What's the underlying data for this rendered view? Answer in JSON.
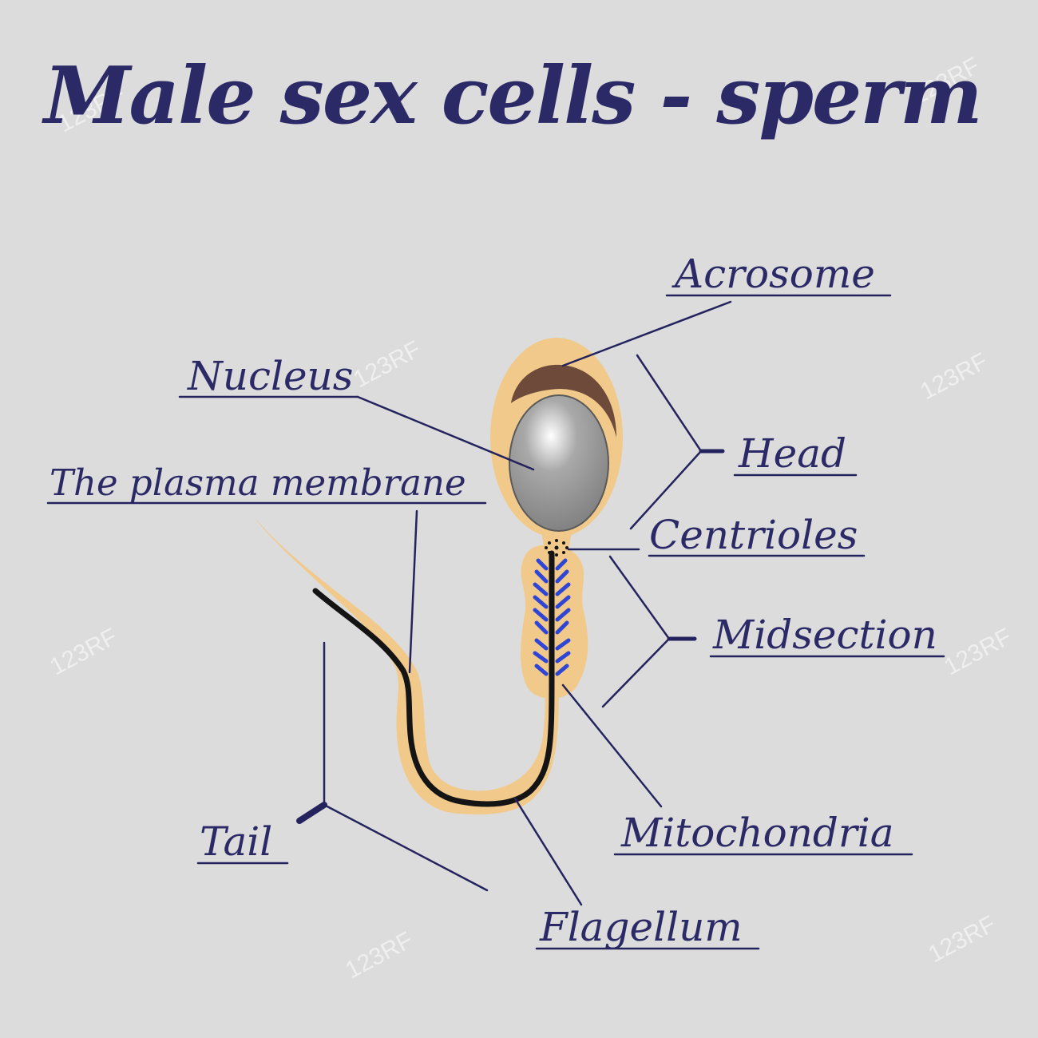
{
  "title": "Male sex cells - sperm",
  "labels": {
    "acrosome": "Acrosome",
    "nucleus": "Nucleus",
    "head": "Head",
    "plasma_membrane": "The plasma membrane",
    "centrioles": "Centrioles",
    "midsection": "Midsection",
    "mitochondria": "Mitochondria",
    "tail": "Tail",
    "flagellum": "Flagellum"
  },
  "watermark": "123RF",
  "colors": {
    "background": "#dcdcdc",
    "text": "#2b2a66",
    "leader_line": "#24235e",
    "membrane": "#f1c98a",
    "acrosome": "#6e4a3a",
    "nucleus": "#8e8e8e",
    "flagellum": "#141414",
    "mitochondria": "#2f45d6"
  }
}
